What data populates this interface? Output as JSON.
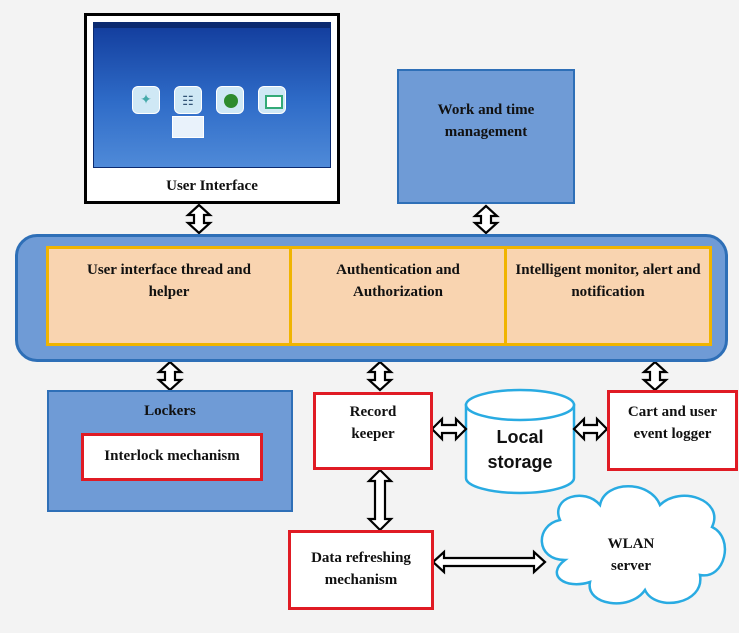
{
  "user_interface": {
    "label": "User Interface",
    "screen_icons": [
      "Medical",
      "Work Scheduling",
      "Settings",
      "Whiteboard"
    ]
  },
  "work_time": {
    "label": "Work and time management"
  },
  "core": {
    "ui_thread": "User interface thread and helper",
    "auth": "Authentication and Authorization",
    "monitor": "Intelligent monitor, alert and notification"
  },
  "lockers": {
    "label": "Lockers",
    "interlock": "Interlock mechanism"
  },
  "record_keeper": {
    "label": "Record keeper"
  },
  "local_storage": {
    "label": "Local storage"
  },
  "cart_logger": {
    "label": "Cart and user event logger"
  },
  "data_refresh": {
    "label": "Data refreshing mechanism"
  },
  "wlan": {
    "label": "WLAN server"
  },
  "colors": {
    "accent_blue": "#6f9bd6",
    "core_border": "#2e6fb7",
    "orange_fill": "#f9d4b0",
    "orange_border": "#f0b400",
    "red_border": "#e01b24",
    "screen_blue": "#1f4fae"
  }
}
